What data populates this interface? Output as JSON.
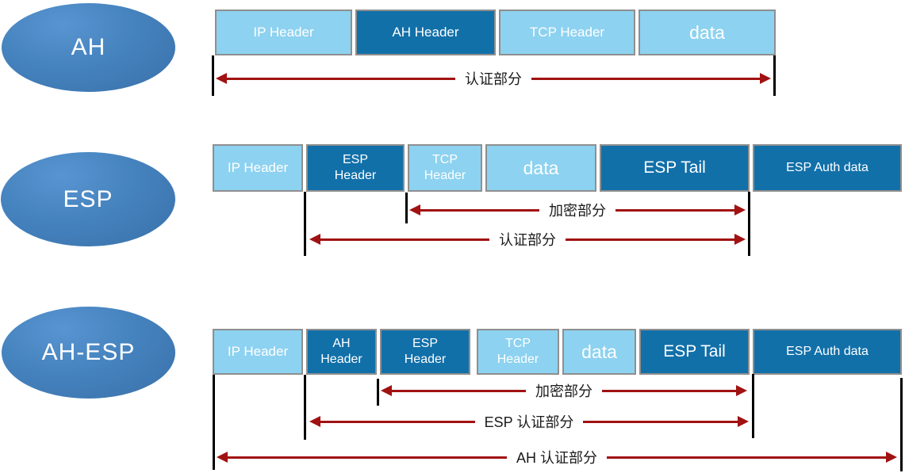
{
  "title": "IPsec AH / ESP packet structure diagram",
  "colors": {
    "segment_light_blue": "#8dd2f0",
    "segment_dark_blue": "#1270a9",
    "segment_border_gray": "#8f8f8f",
    "arrow_dark_red": "#a11212",
    "tick_black": "#000000",
    "ellipse_blue": "#3f7ab8",
    "label_text_white": "#ffffff"
  },
  "rows": [
    {
      "id": "ah",
      "ellipse": "AH",
      "segments": [
        {
          "lines": [
            "IP Header"
          ],
          "variant": "light"
        },
        {
          "lines": [
            "AH Header"
          ],
          "variant": "dark"
        },
        {
          "lines": [
            "TCP Header"
          ],
          "variant": "light"
        },
        {
          "lines": [
            "data"
          ],
          "variant": "light"
        }
      ],
      "arrows": [
        {
          "label": "认证部分"
        }
      ]
    },
    {
      "id": "esp",
      "ellipse": "ESP",
      "segments": [
        {
          "lines": [
            "IP Header"
          ],
          "variant": "light"
        },
        {
          "lines": [
            "ESP",
            "Header"
          ],
          "variant": "dark"
        },
        {
          "lines": [
            "TCP",
            "Header"
          ],
          "variant": "light"
        },
        {
          "lines": [
            "data"
          ],
          "variant": "light"
        },
        {
          "lines": [
            "ESP Tail"
          ],
          "variant": "dark"
        },
        {
          "lines": [
            "ESP Auth data"
          ],
          "variant": "dark"
        }
      ],
      "arrows": [
        {
          "label": "加密部分"
        },
        {
          "label": "认证部分"
        }
      ]
    },
    {
      "id": "ah-esp",
      "ellipse": "AH-ESP",
      "segments": [
        {
          "lines": [
            "IP Header"
          ],
          "variant": "light"
        },
        {
          "lines": [
            "AH",
            "Header"
          ],
          "variant": "dark"
        },
        {
          "lines": [
            "ESP",
            "Header"
          ],
          "variant": "dark"
        },
        {
          "lines": [
            "TCP",
            "Header"
          ],
          "variant": "light"
        },
        {
          "lines": [
            "data"
          ],
          "variant": "light"
        },
        {
          "lines": [
            "ESP Tail"
          ],
          "variant": "dark"
        },
        {
          "lines": [
            "ESP Auth data"
          ],
          "variant": "dark"
        }
      ],
      "arrows": [
        {
          "label": "加密部分"
        },
        {
          "label": "ESP 认证部分"
        },
        {
          "label": "AH 认证部分"
        }
      ]
    }
  ]
}
